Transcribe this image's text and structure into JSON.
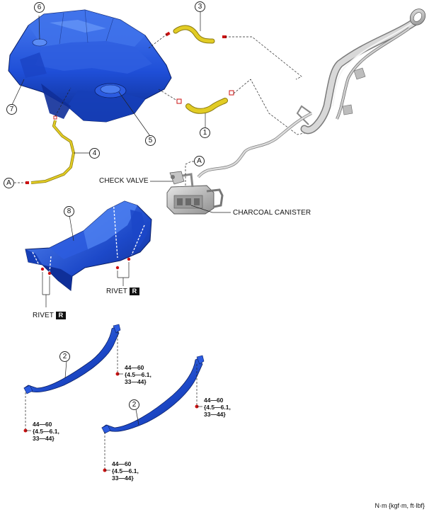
{
  "callouts": {
    "c1": "1",
    "c2a": "2",
    "c2b": "2",
    "c3": "3",
    "c4": "4",
    "c5": "5",
    "c6": "6",
    "c7": "7",
    "c8": "8",
    "ca1": "A",
    "ca2": "A"
  },
  "labels": {
    "check_valve": "CHECK VALVE",
    "charcoal_canister": "CHARCOAL CANISTER",
    "rivet_right": "RIVET",
    "rivet_left": "RIVET",
    "rivet_badge": "R"
  },
  "torque": {
    "line1": "44—60",
    "line2": "{4.5—6.1,",
    "line3": "33—44}"
  },
  "units": "N·m {kgf·m, ft·lbf}",
  "colors": {
    "tank_blue": "#1f4fd8",
    "hose_yellow": "#d9c21a",
    "pipe_gray": "#b8b8b8",
    "fastener_red": "#cc1111"
  }
}
